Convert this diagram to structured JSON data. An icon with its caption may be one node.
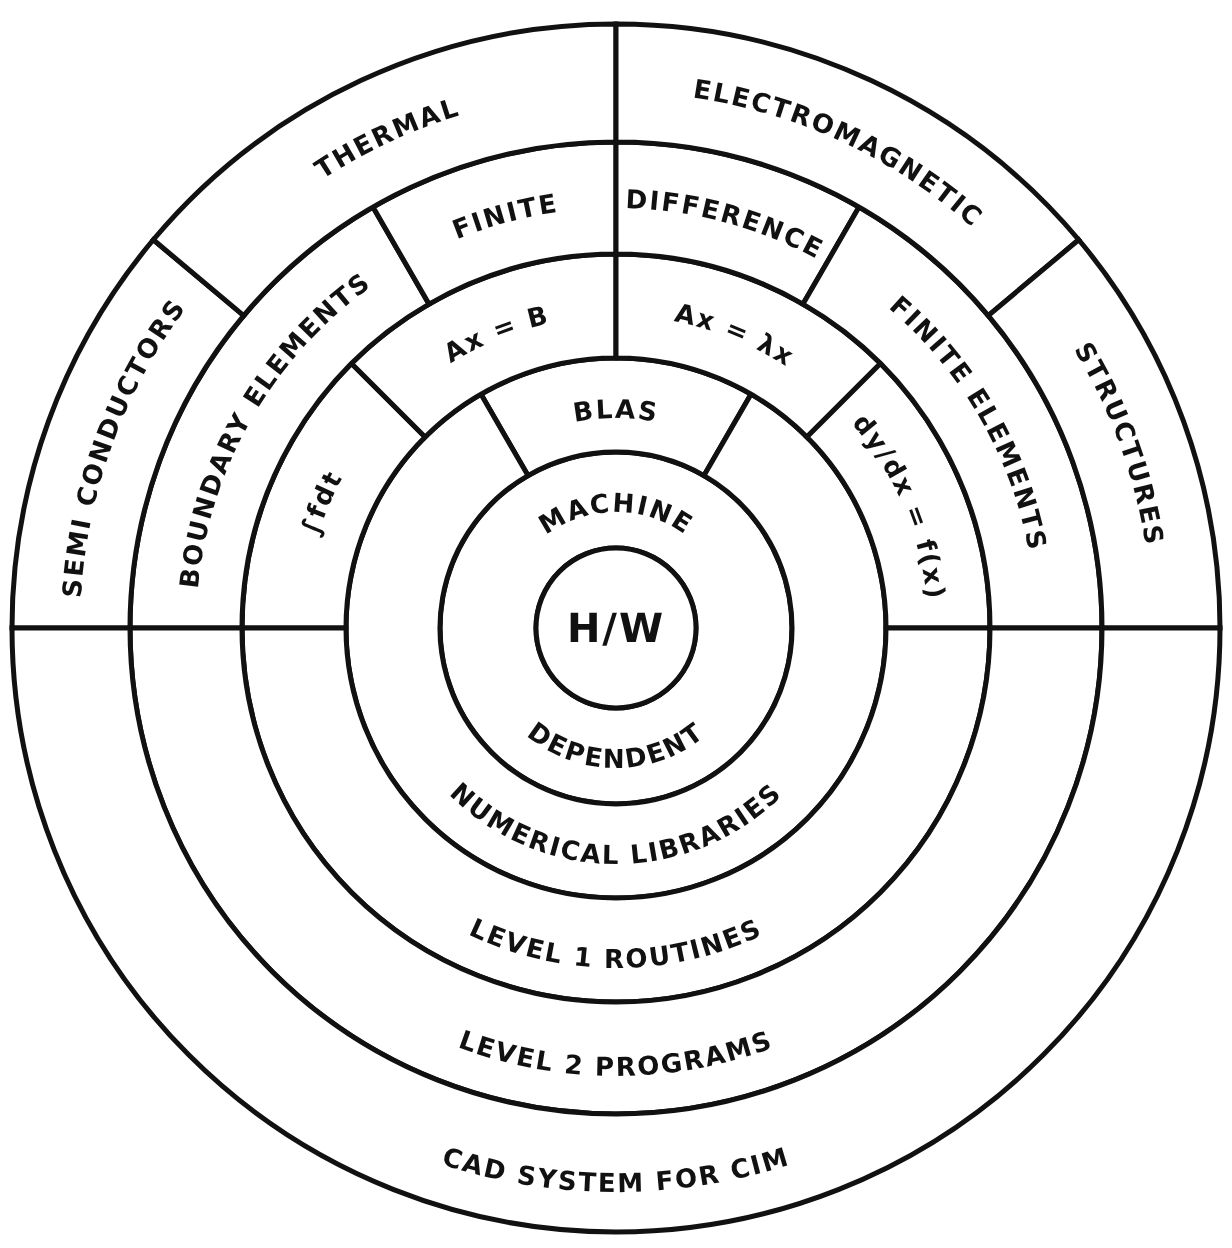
{
  "diagram": {
    "nodes": [
      {
        "text": [
          "H/W"
        ],
        "in": 1
      },
      {
        "text": [
          "MACHINE",
          "DEPENDENT"
        ]
      },
      {
        "text": [
          "BLAS"
        ]
      },
      {
        "text": [
          "NUMERICAL LIBRARIES"
        ]
      },
      {
        "text": [
          "∫fdt"
        ]
      },
      {
        "text": [
          "Ax = B"
        ]
      },
      {
        "text": [
          "Ax = λx"
        ]
      },
      {
        "text": [
          "dy/dx = f(x)"
        ]
      },
      {
        "text": [
          "LEVEL 1 ROUTINES"
        ]
      },
      {
        "text": [
          "BOUNDARY ELEMENTS"
        ]
      },
      {
        "text": [
          "FINITE"
        ]
      },
      {
        "text": [
          "DIFFERENCE"
        ]
      },
      {
        "text": [
          "FINITE ELEMENTS"
        ]
      },
      {
        "text": [
          "LEVEL 2 PROGRAMS"
        ]
      },
      {
        "text": [
          "SEMI CONDUCTORS"
        ]
      },
      {
        "text": [
          "THERMAL"
        ]
      },
      {
        "text": [
          "ELECTROMAGNETIC"
        ]
      },
      {
        "text": [
          "STRUCTURES"
        ]
      },
      {
        "text": [
          "CAD SYSTEM FOR CIM"
        ]
      }
    ]
  }
}
